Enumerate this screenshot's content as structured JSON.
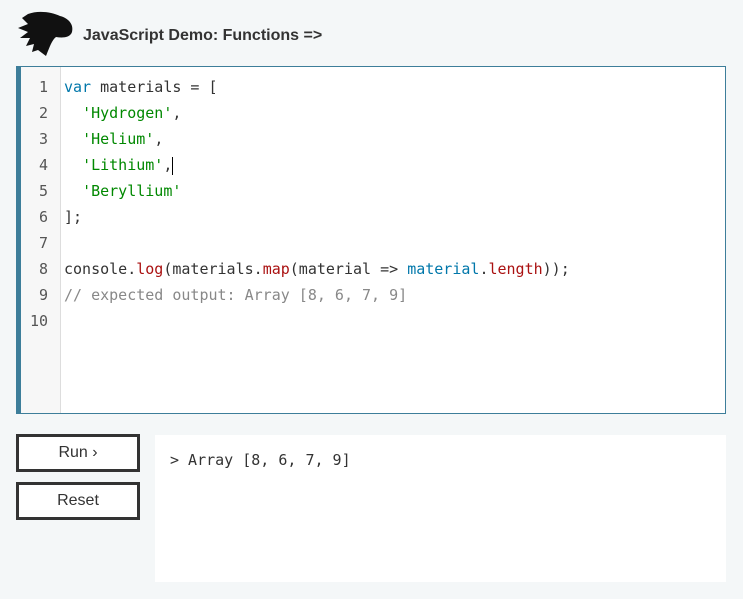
{
  "header": {
    "title": "JavaScript Demo: Functions =>",
    "logo": "dinosaur-logo"
  },
  "editor": {
    "lines": [
      {
        "n": "1",
        "tokens": [
          {
            "t": "var",
            "c": "kw"
          },
          {
            "t": " materials = [",
            "c": "pl"
          }
        ]
      },
      {
        "n": "2",
        "tokens": [
          {
            "t": "  ",
            "c": "pl"
          },
          {
            "t": "'Hydrogen'",
            "c": "str"
          },
          {
            "t": ",",
            "c": "pl"
          }
        ]
      },
      {
        "n": "3",
        "tokens": [
          {
            "t": "  ",
            "c": "pl"
          },
          {
            "t": "'Helium'",
            "c": "str"
          },
          {
            "t": ",",
            "c": "pl"
          }
        ]
      },
      {
        "n": "4",
        "tokens": [
          {
            "t": "  ",
            "c": "pl"
          },
          {
            "t": "'Lithium'",
            "c": "str"
          },
          {
            "t": ",",
            "c": "pl"
          }
        ],
        "cursor": true
      },
      {
        "n": "5",
        "tokens": [
          {
            "t": "  ",
            "c": "pl"
          },
          {
            "t": "'Beryllium'",
            "c": "str"
          }
        ]
      },
      {
        "n": "6",
        "tokens": [
          {
            "t": "];",
            "c": "pl"
          }
        ]
      },
      {
        "n": "7",
        "tokens": []
      },
      {
        "n": "8",
        "tokens": [
          {
            "t": "console.",
            "c": "pl"
          },
          {
            "t": "log",
            "c": "fn"
          },
          {
            "t": "(materials.",
            "c": "pl"
          },
          {
            "t": "map",
            "c": "fn"
          },
          {
            "t": "(material => ",
            "c": "pl"
          },
          {
            "t": "material",
            "c": "var2"
          },
          {
            "t": ".",
            "c": "pl"
          },
          {
            "t": "length",
            "c": "fn"
          },
          {
            "t": "));",
            "c": "pl"
          }
        ]
      },
      {
        "n": "9",
        "tokens": [
          {
            "t": "// expected output: Array [8, 6, 7, 9]",
            "c": "cm"
          }
        ]
      },
      {
        "n": "10",
        "tokens": []
      }
    ]
  },
  "buttons": {
    "run": "Run ›",
    "reset": "Reset"
  },
  "output": {
    "text": "> Array [8, 6, 7, 9]"
  },
  "colors": {
    "accent": "#3d7e9a",
    "keyword": "#0077aa",
    "string": "#008800",
    "function": "#aa1111",
    "comment": "#888888"
  }
}
